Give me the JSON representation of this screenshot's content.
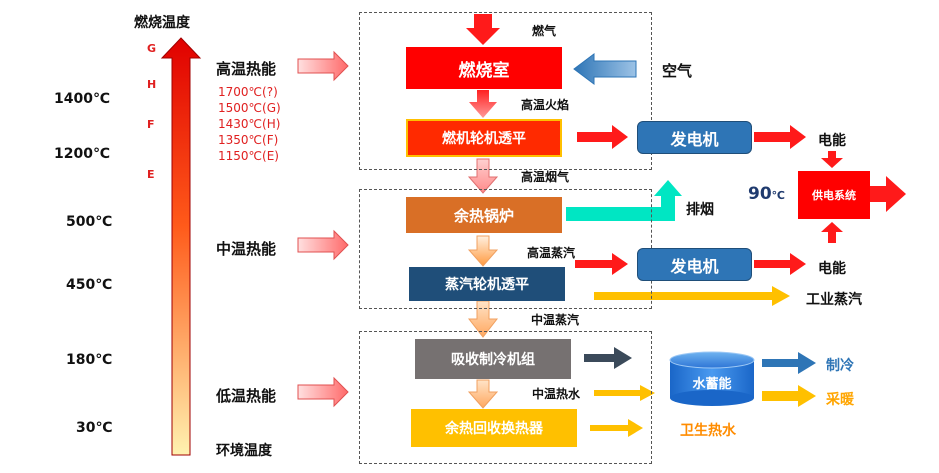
{
  "axis": {
    "title": "燃烧温度",
    "bottom": "环境温度",
    "temps": [
      "1400℃",
      "1200℃",
      "500℃",
      "450℃",
      "180℃",
      "30℃"
    ],
    "grades": [
      "G",
      "H",
      "F",
      "E"
    ]
  },
  "zones": {
    "high": "高温热能",
    "mid": "中温热能",
    "low": "低温热能"
  },
  "specs": [
    "1700℃(?)",
    "1500℃(G)",
    "1430℃(H)",
    "1350℃(F)",
    "1150℃(E)"
  ],
  "boxes": {
    "combustor": "燃烧室",
    "gas_turbine": "燃机轮机透平",
    "hrsg": "余热锅炉",
    "steam_turbine": "蒸汽轮机透平",
    "generator1": "发电机",
    "generator2": "发电机",
    "absorption": "吸收制冷机组",
    "heat_recovery": "余热回收换热器",
    "storage": "水蓄能",
    "power_supply": "供电系统"
  },
  "flows": {
    "fuel": "燃气",
    "air": "空气",
    "flame": "高温火焰",
    "flue_gas": "高温烟气",
    "exhaust": "排烟",
    "hp_steam": "高温蒸汽",
    "mp_steam": "中温蒸汽",
    "mt_water": "中温热水",
    "power1": "电能",
    "power2": "电能",
    "industrial_steam": "工业蒸汽",
    "cooling": "制冷",
    "heating": "采暖",
    "hot_water": "卫生热水",
    "supply_temp": "90",
    "supply_unit": "℃"
  },
  "colors": {
    "red": "#ff1a1a",
    "dark_red": "#c00000",
    "orange_brown": "#d2691e",
    "navy": "#1f4e79",
    "blue": "#2e75b6",
    "gray": "#6f6f6f",
    "gold": "#ffc000",
    "teal": "#00e0c0"
  }
}
